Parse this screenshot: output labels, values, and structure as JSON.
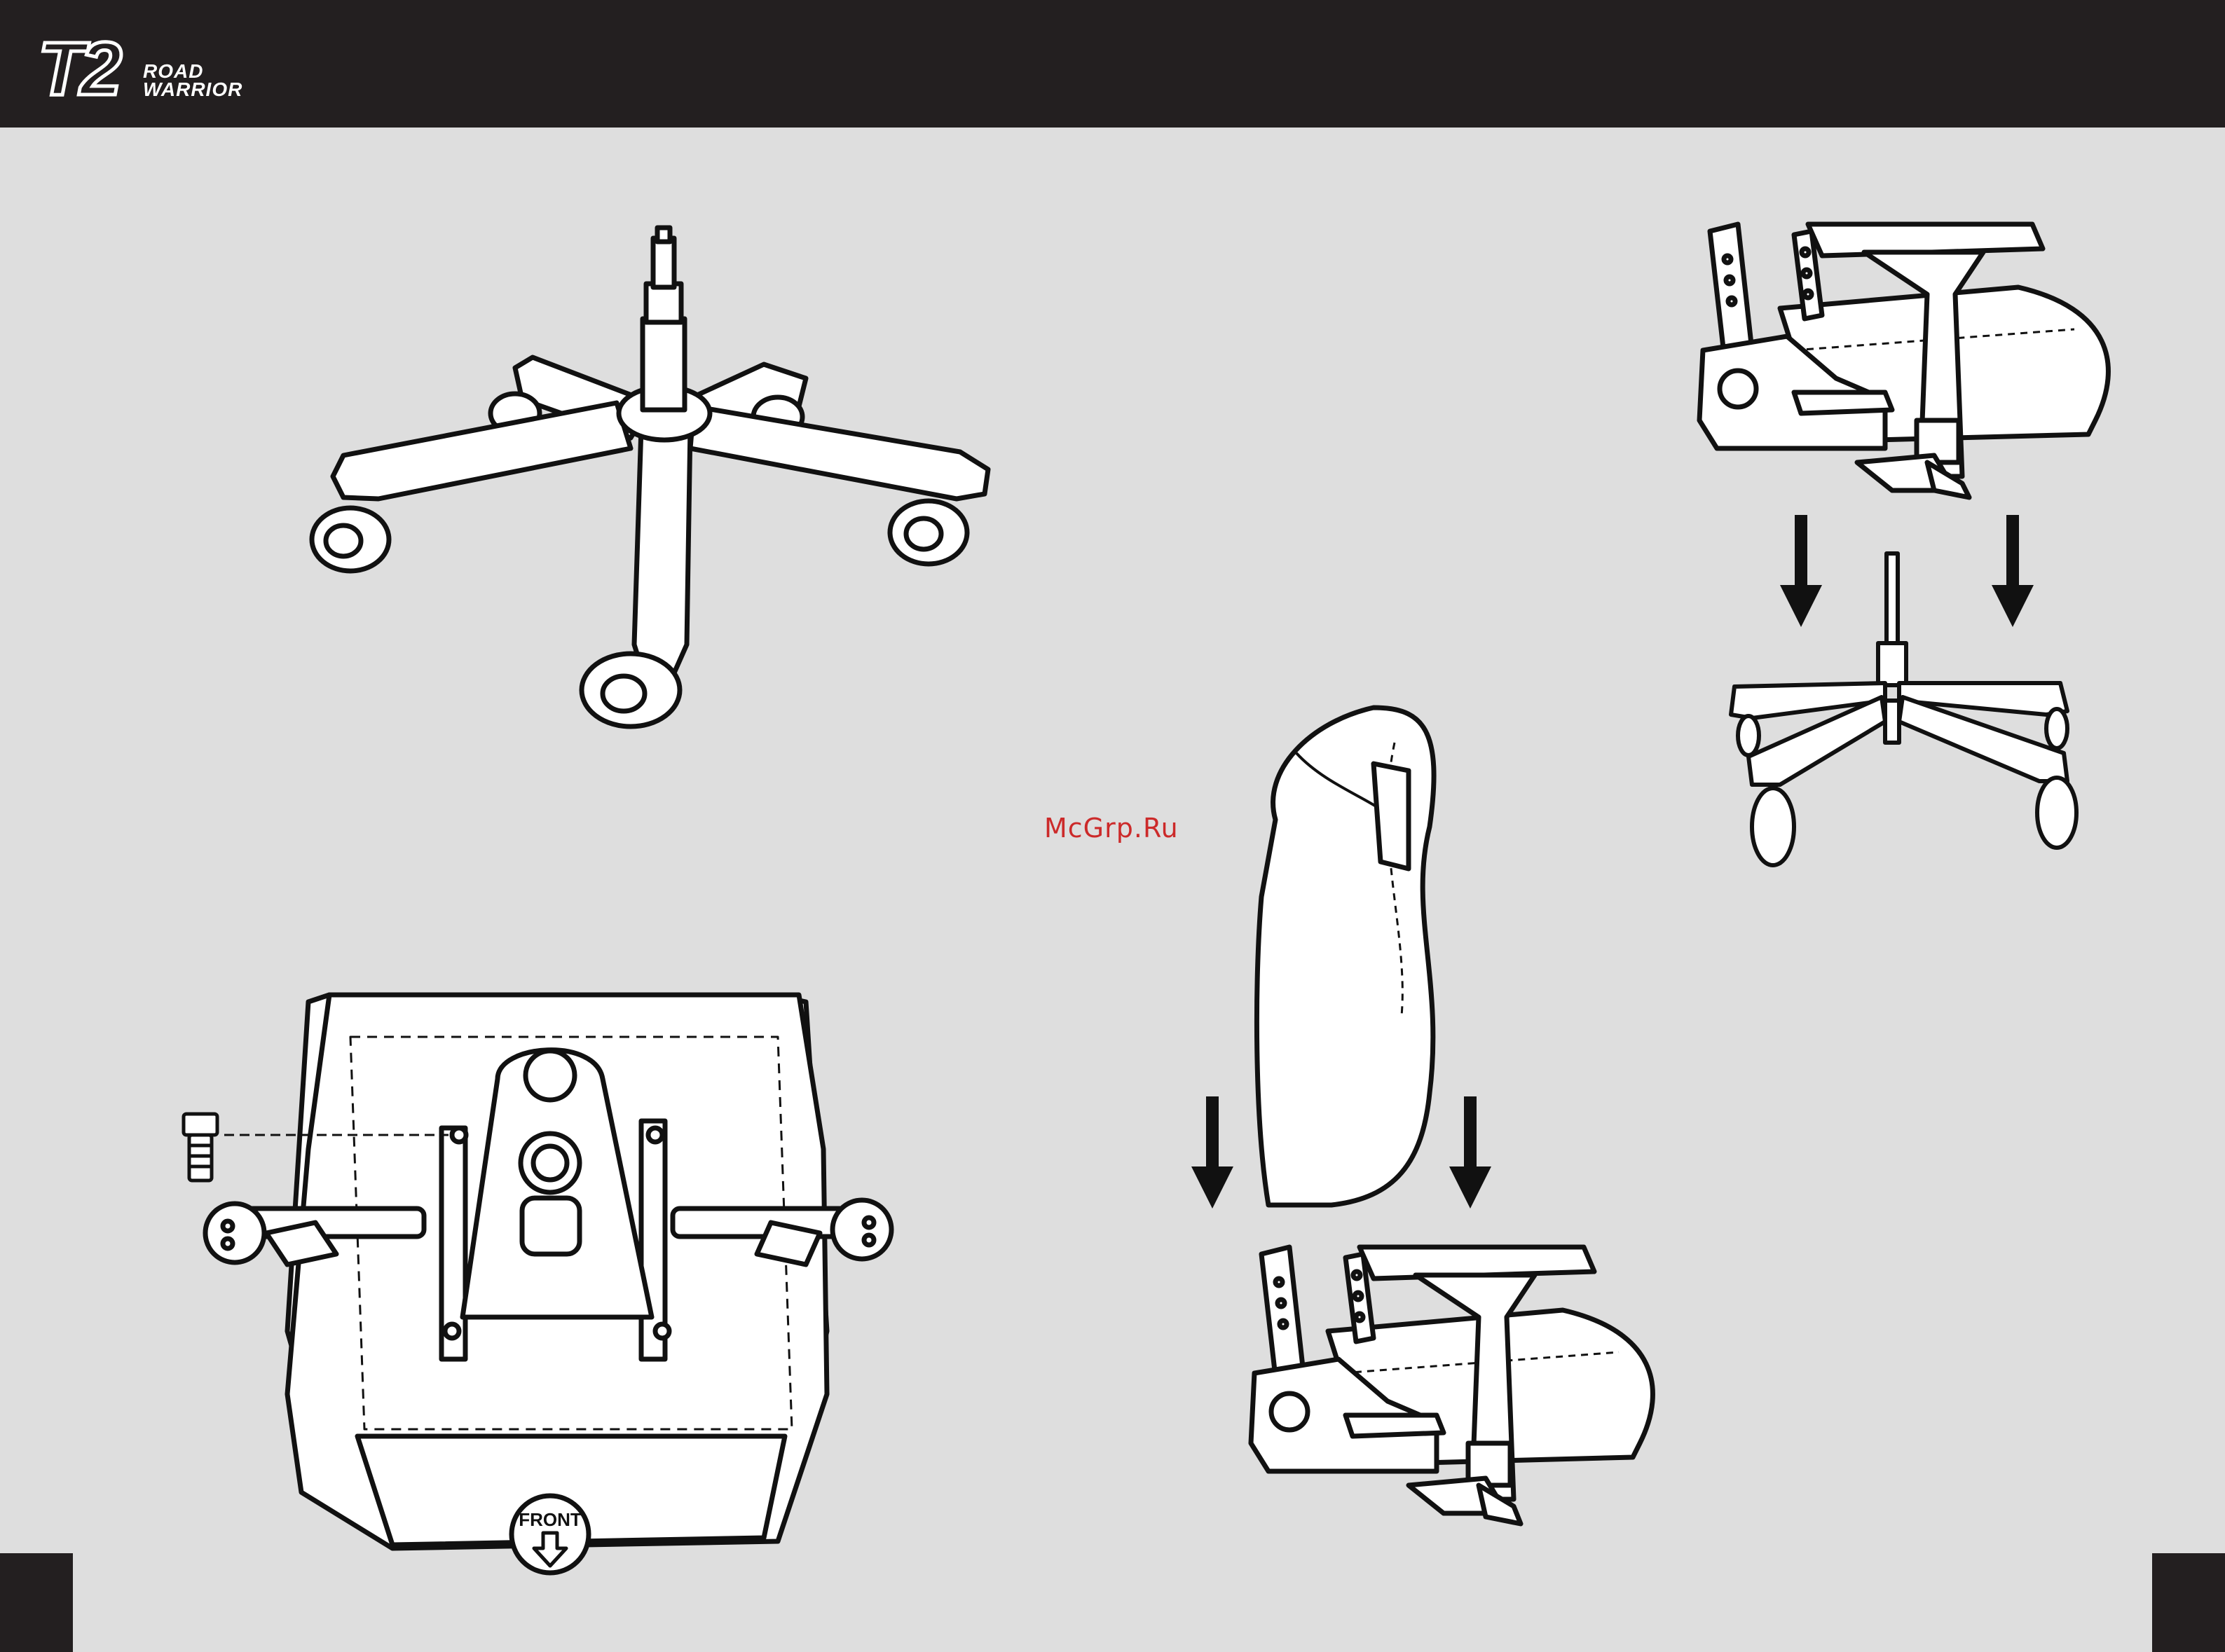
{
  "brand": {
    "model": "T2",
    "line1": "ROAD",
    "line2": "WARRIOR"
  },
  "watermark": "McGrp.Ru",
  "seat": {
    "front_label": "FRONT"
  },
  "icons": {
    "front": "front-down-arrow-icon",
    "arrow": "down-arrow-icon",
    "bolt": "bolt-icon"
  },
  "colors": {
    "header": "#231f20",
    "page": "#dedede",
    "watermark": "#cc2a2a",
    "line": "#111111",
    "part_fill": "#ffffff"
  }
}
